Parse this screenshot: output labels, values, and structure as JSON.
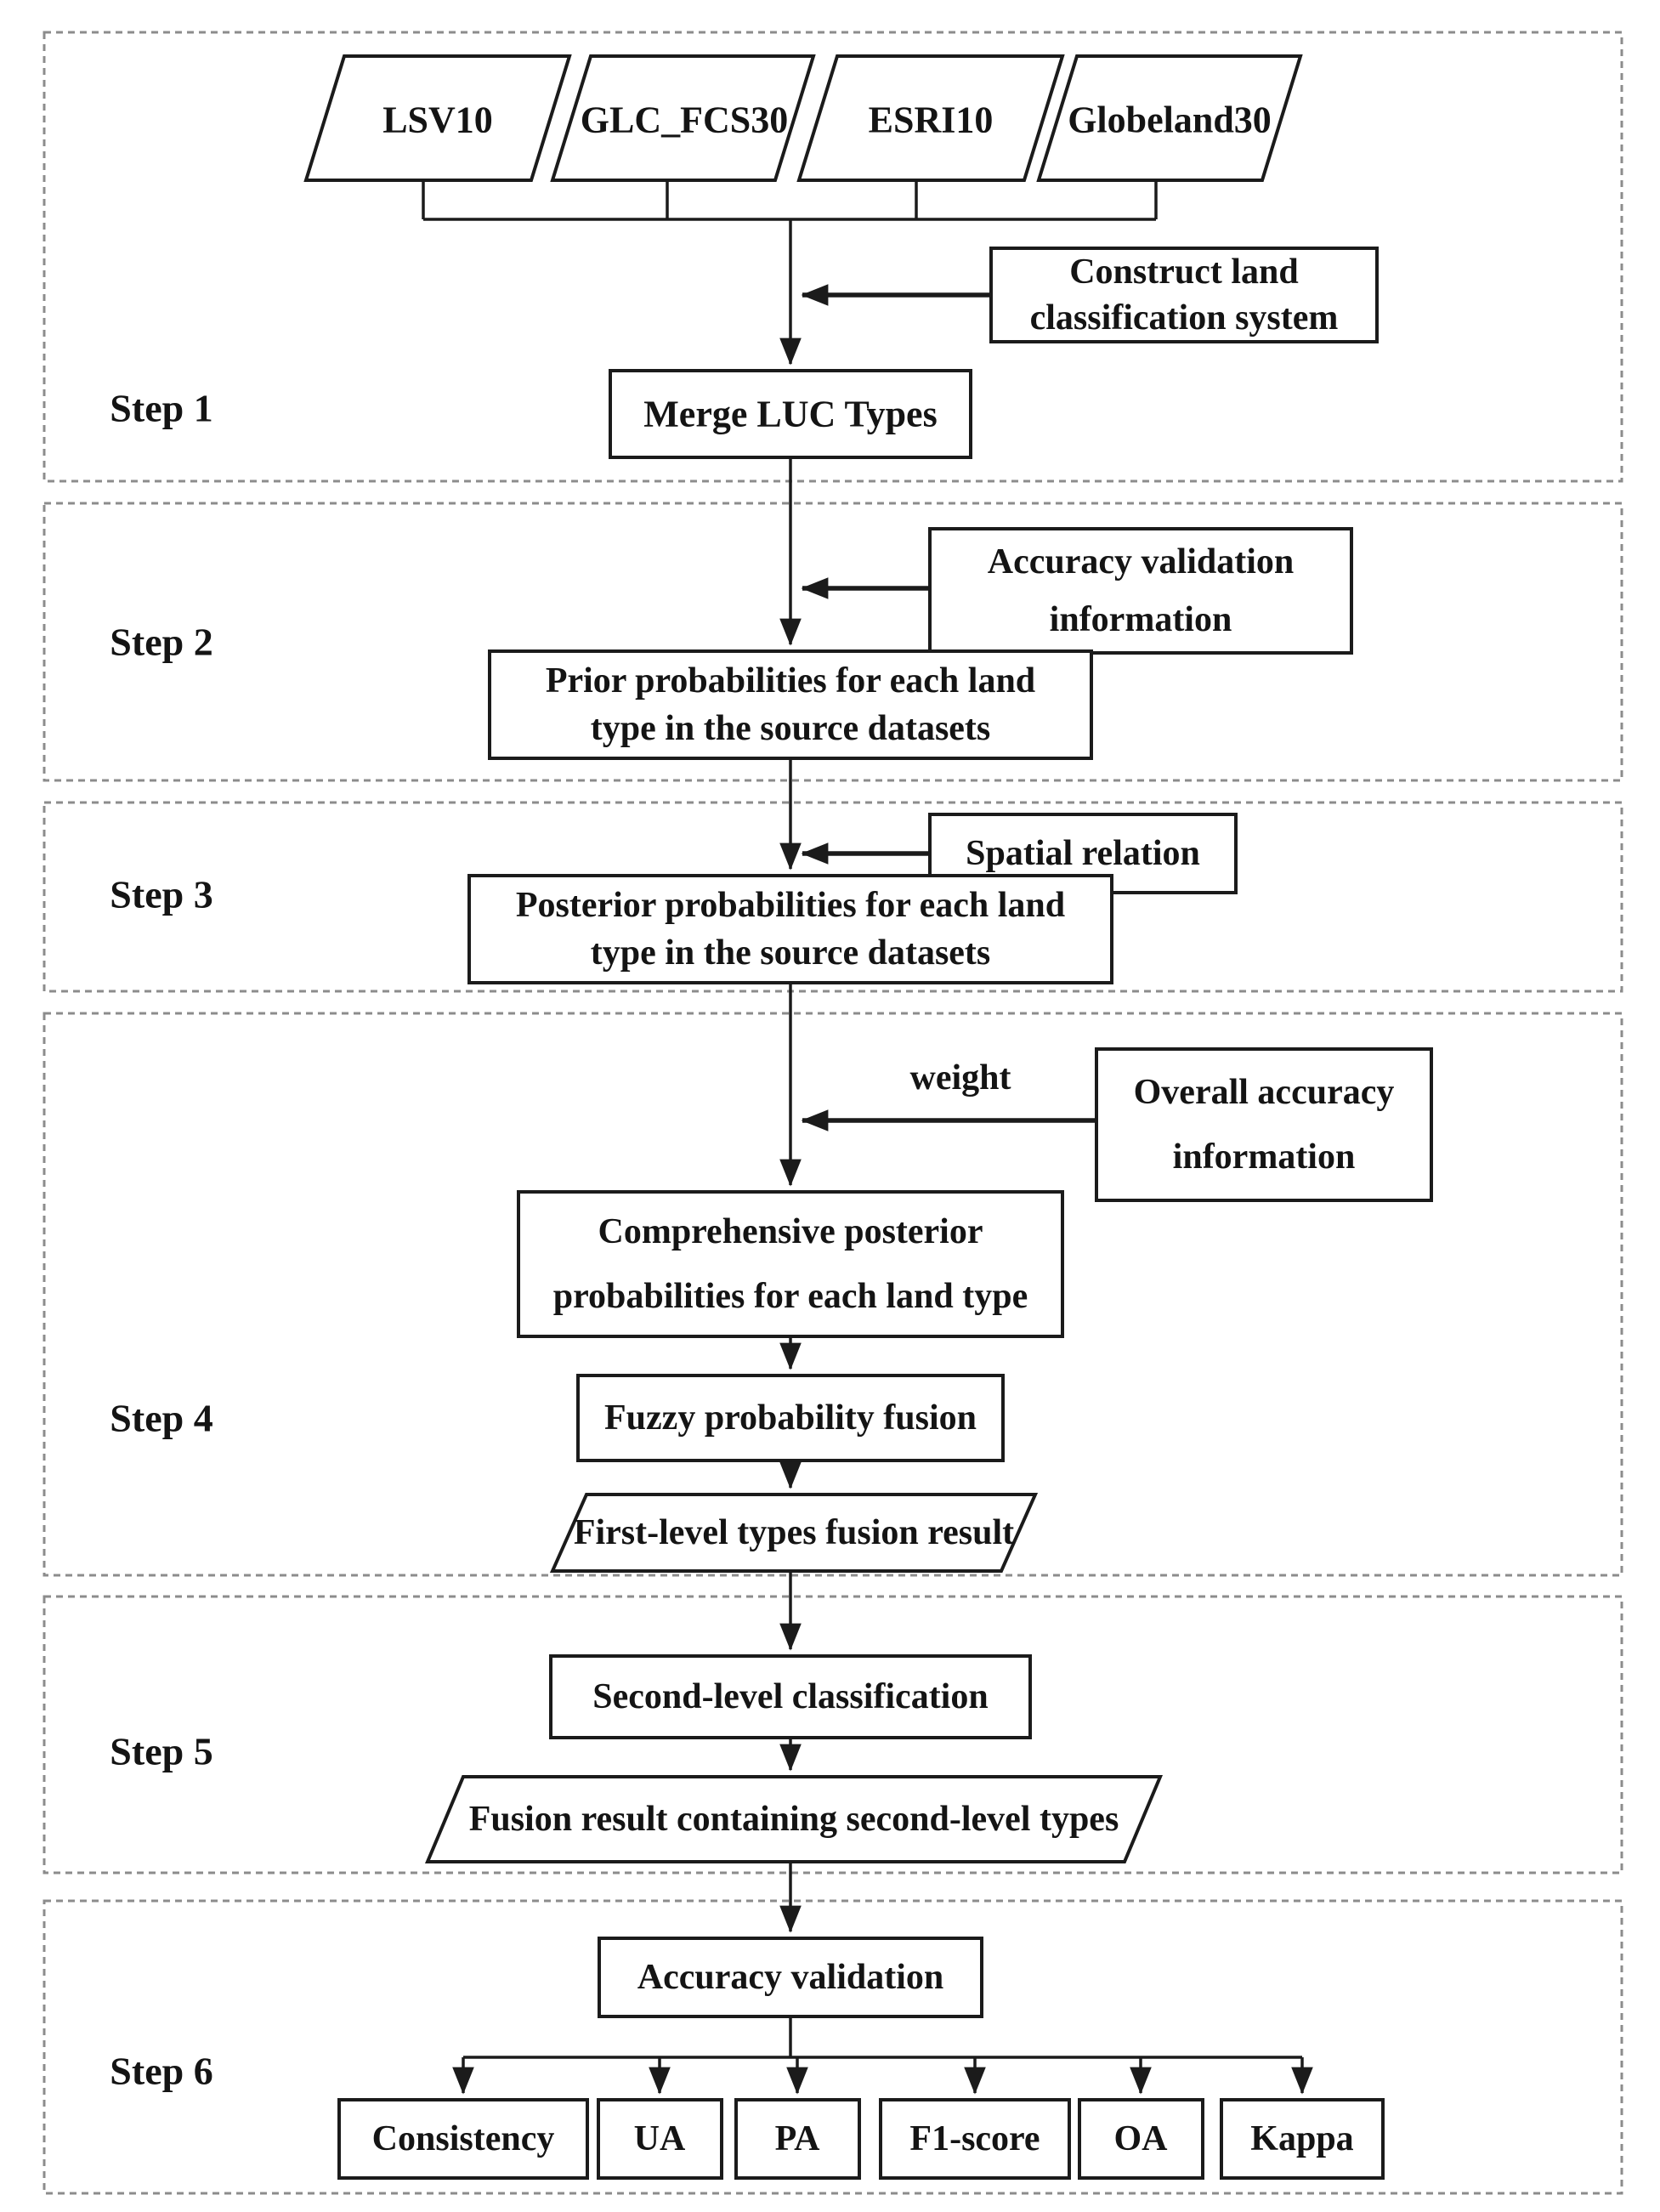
{
  "colors": {
    "ink": "#1b1b1b",
    "dash_border": "#8c8c8c",
    "background": "#ffffff",
    "box_fill": "#ffffff"
  },
  "steps": [
    {
      "label": "Step 1"
    },
    {
      "label": "Step 2"
    },
    {
      "label": "Step 3"
    },
    {
      "label": "Step 4"
    },
    {
      "label": "Step 5"
    },
    {
      "label": "Step 6"
    }
  ],
  "sources": [
    {
      "label": "LSV10"
    },
    {
      "label": "GLC_FCS30"
    },
    {
      "label": "ESRI10"
    },
    {
      "label": "Globeland30"
    }
  ],
  "nodes": {
    "construct": {
      "line1": "Construct land",
      "line2": "classification system"
    },
    "merge": {
      "label": "Merge LUC Types"
    },
    "accuracy_info": {
      "line1": "Accuracy validation",
      "line2": "information"
    },
    "prior": {
      "line1": "Prior probabilities for each land",
      "line2": "type in the source datasets"
    },
    "spatial": {
      "label": "Spatial relation"
    },
    "posterior": {
      "line1": "Posterior probabilities for each land",
      "line2": "type in the source datasets"
    },
    "weight": {
      "label": "weight"
    },
    "overall": {
      "line1": "Overall accuracy",
      "line2": "information"
    },
    "comprehensive": {
      "line1": "Comprehensive posterior",
      "line2": "probabilities for each land type"
    },
    "fuzzy": {
      "label": "Fuzzy probability fusion"
    },
    "first_level": {
      "label": "First-level types fusion result"
    },
    "second_level": {
      "label": "Second-level classification"
    },
    "fusion_second": {
      "label": "Fusion result containing second-level types"
    },
    "accuracy_validation": {
      "label": "Accuracy validation"
    }
  },
  "metrics": [
    {
      "label": "Consistency"
    },
    {
      "label": "UA"
    },
    {
      "label": "PA"
    },
    {
      "label": "F1-score"
    },
    {
      "label": "OA"
    },
    {
      "label": "Kappa"
    }
  ]
}
